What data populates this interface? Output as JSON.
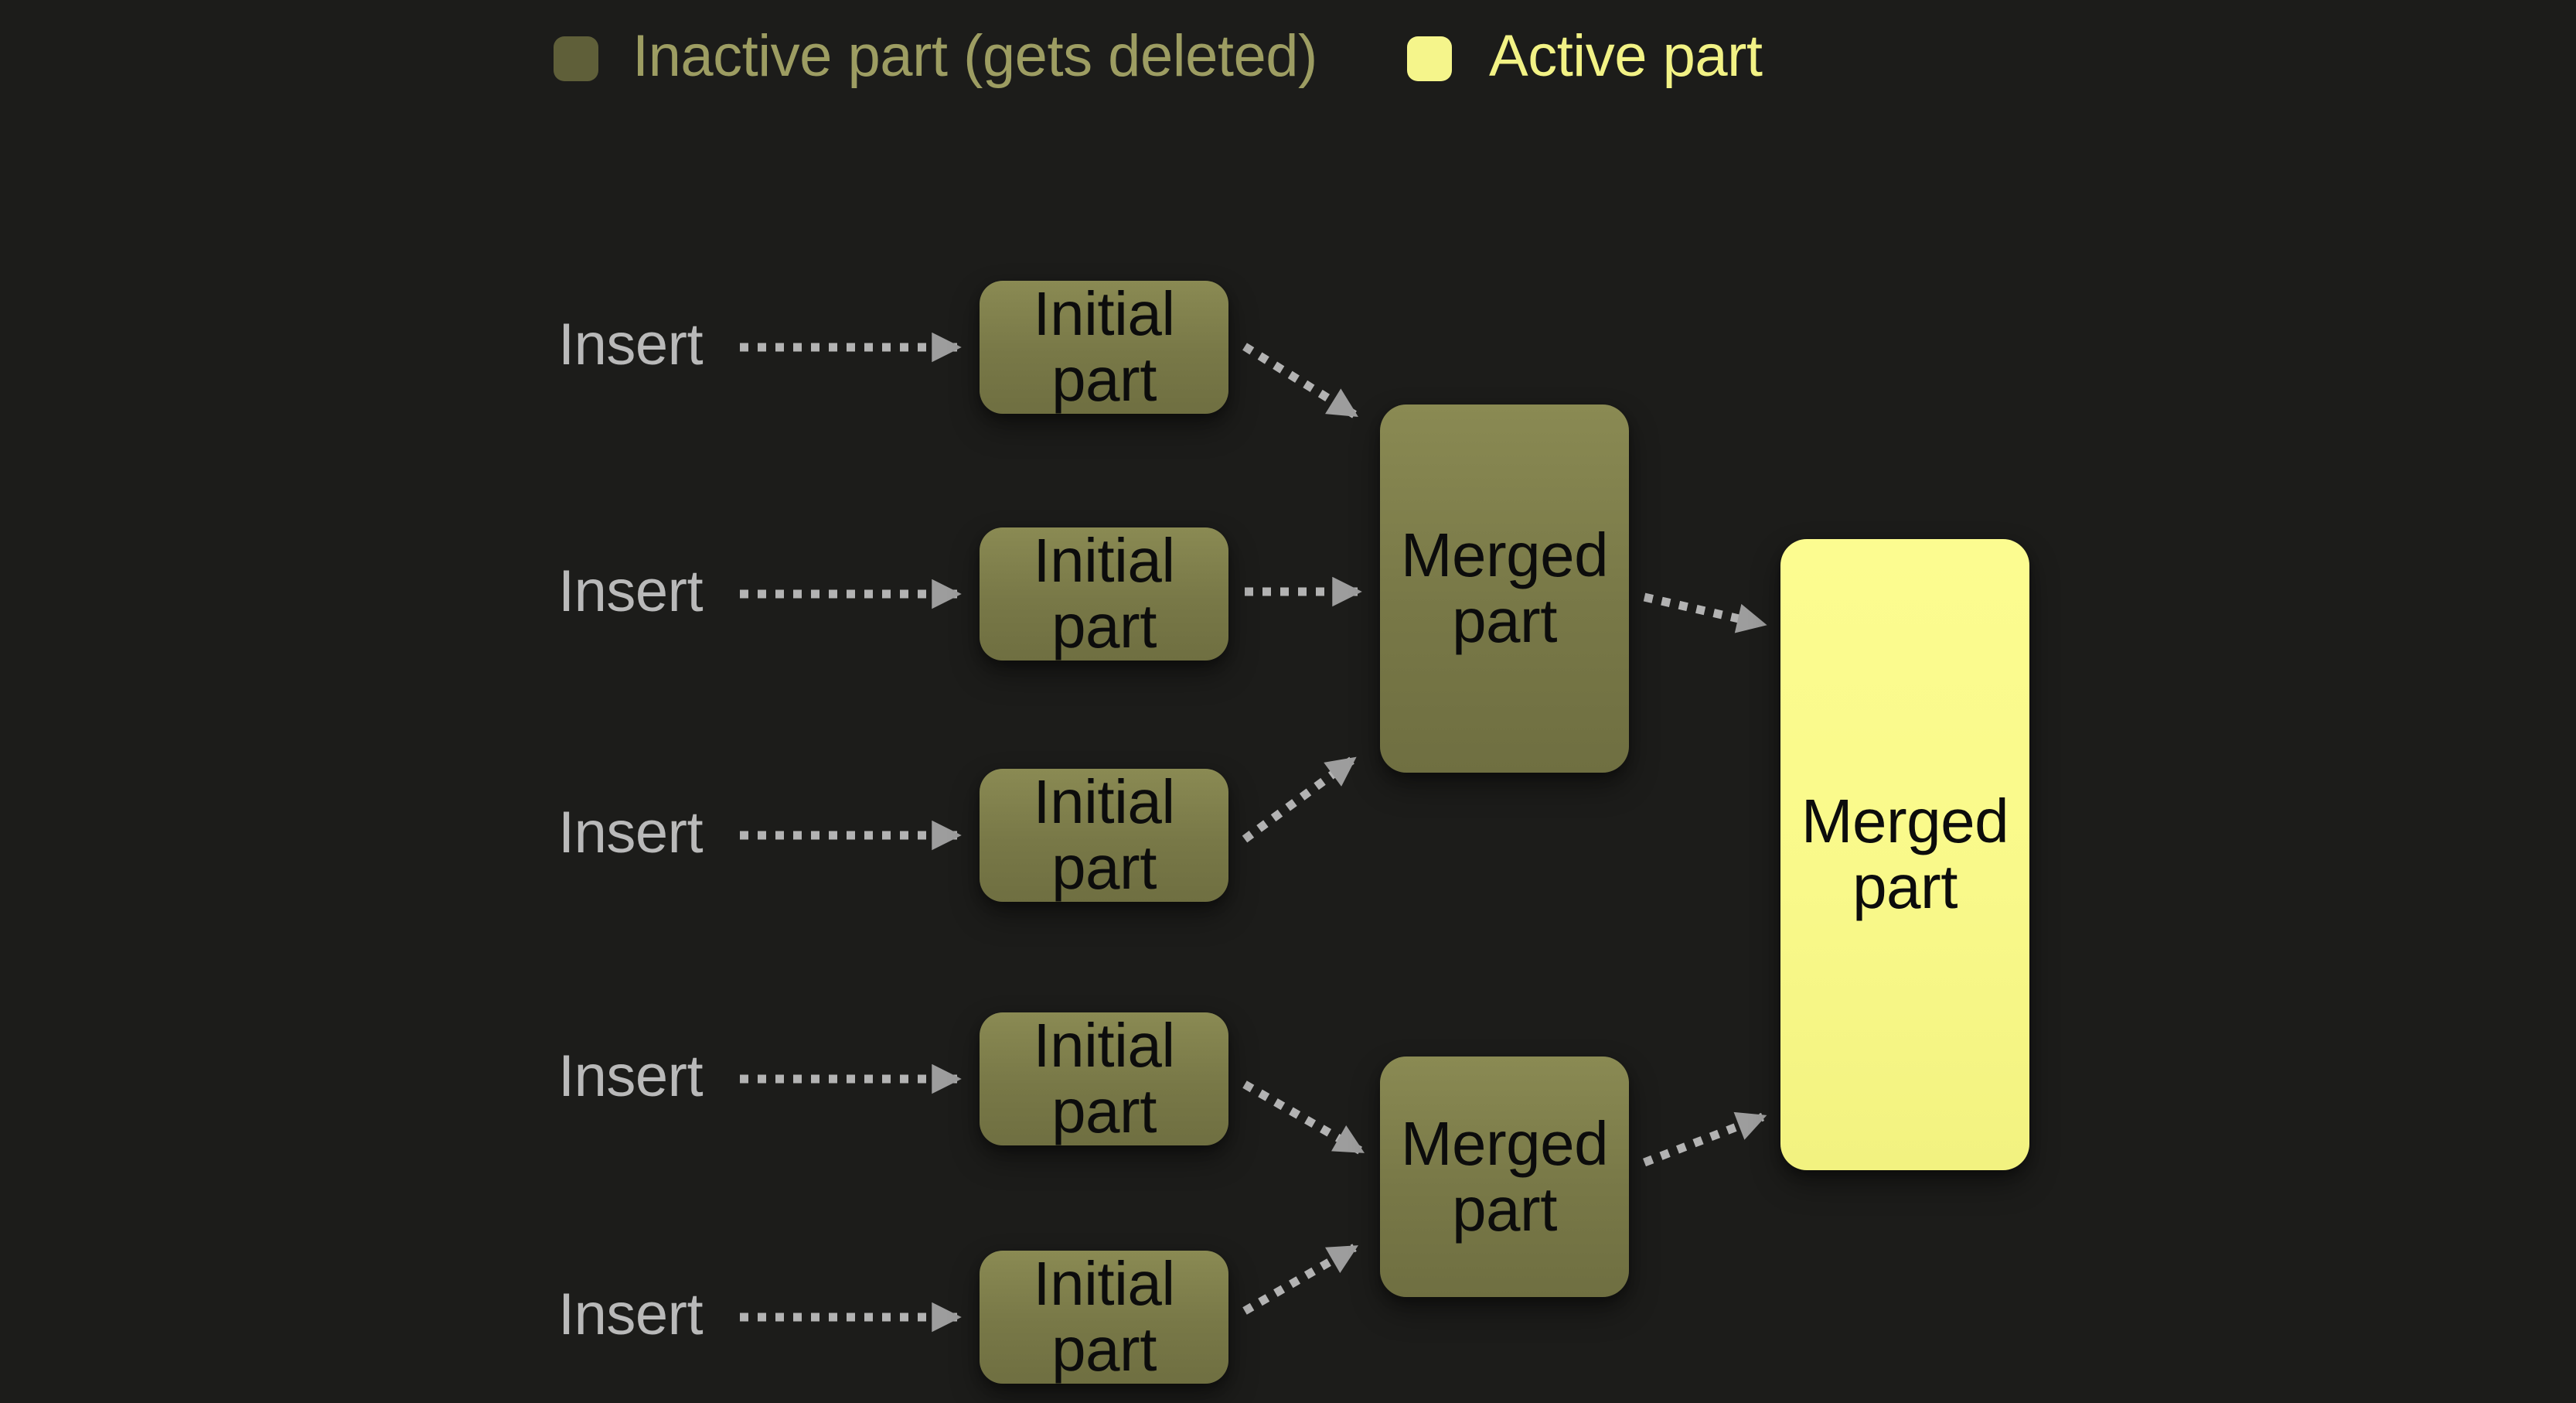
{
  "legend": {
    "inactive_label": "Inactive part (gets deleted)",
    "active_label": "Active part"
  },
  "rows": [
    {
      "insert_label": "Insert",
      "node_label": "Initial part"
    },
    {
      "insert_label": "Insert",
      "node_label": "Initial part"
    },
    {
      "insert_label": "Insert",
      "node_label": "Initial part"
    },
    {
      "insert_label": "Insert",
      "node_label": "Initial part"
    },
    {
      "insert_label": "Insert",
      "node_label": "Initial part"
    }
  ],
  "nodes": {
    "merged_top": {
      "label": "Merged part",
      "state": "inactive"
    },
    "merged_bottom": {
      "label": "Merged part",
      "state": "inactive"
    },
    "merged_final": {
      "label": "Merged part",
      "state": "active"
    }
  },
  "edges": [
    {
      "from": "insert-1",
      "to": "initial-1",
      "style": "dotted-arrow"
    },
    {
      "from": "insert-2",
      "to": "initial-2",
      "style": "dotted-arrow"
    },
    {
      "from": "insert-3",
      "to": "initial-3",
      "style": "dotted-arrow"
    },
    {
      "from": "insert-4",
      "to": "initial-4",
      "style": "dotted-arrow"
    },
    {
      "from": "insert-5",
      "to": "initial-5",
      "style": "dotted-arrow"
    },
    {
      "from": "initial-1",
      "to": "merged-top",
      "style": "dotted-arrow"
    },
    {
      "from": "initial-2",
      "to": "merged-top",
      "style": "dotted-arrow"
    },
    {
      "from": "initial-3",
      "to": "merged-top",
      "style": "dotted-arrow"
    },
    {
      "from": "initial-4",
      "to": "merged-bottom",
      "style": "dotted-arrow"
    },
    {
      "from": "initial-5",
      "to": "merged-bottom",
      "style": "dotted-arrow"
    },
    {
      "from": "merged-top",
      "to": "merged-final",
      "style": "dotted-arrow"
    },
    {
      "from": "merged-bottom",
      "to": "merged-final",
      "style": "dotted-arrow"
    }
  ],
  "colors": {
    "background": "#1c1c1a",
    "inactive_node_fill": "#7c7c49",
    "inactive_swatch": "#5f5f39",
    "active_node_fill": "#f9f98a",
    "active_swatch": "#f5f58b",
    "legend_inactive_text": "#9d9d62",
    "legend_active_text": "#f2f285",
    "insert_text": "#b9b9b9",
    "node_text": "#0c0c0c",
    "arrow_dots": "#b3b3b3",
    "arrow_head": "#9d9d9d"
  }
}
